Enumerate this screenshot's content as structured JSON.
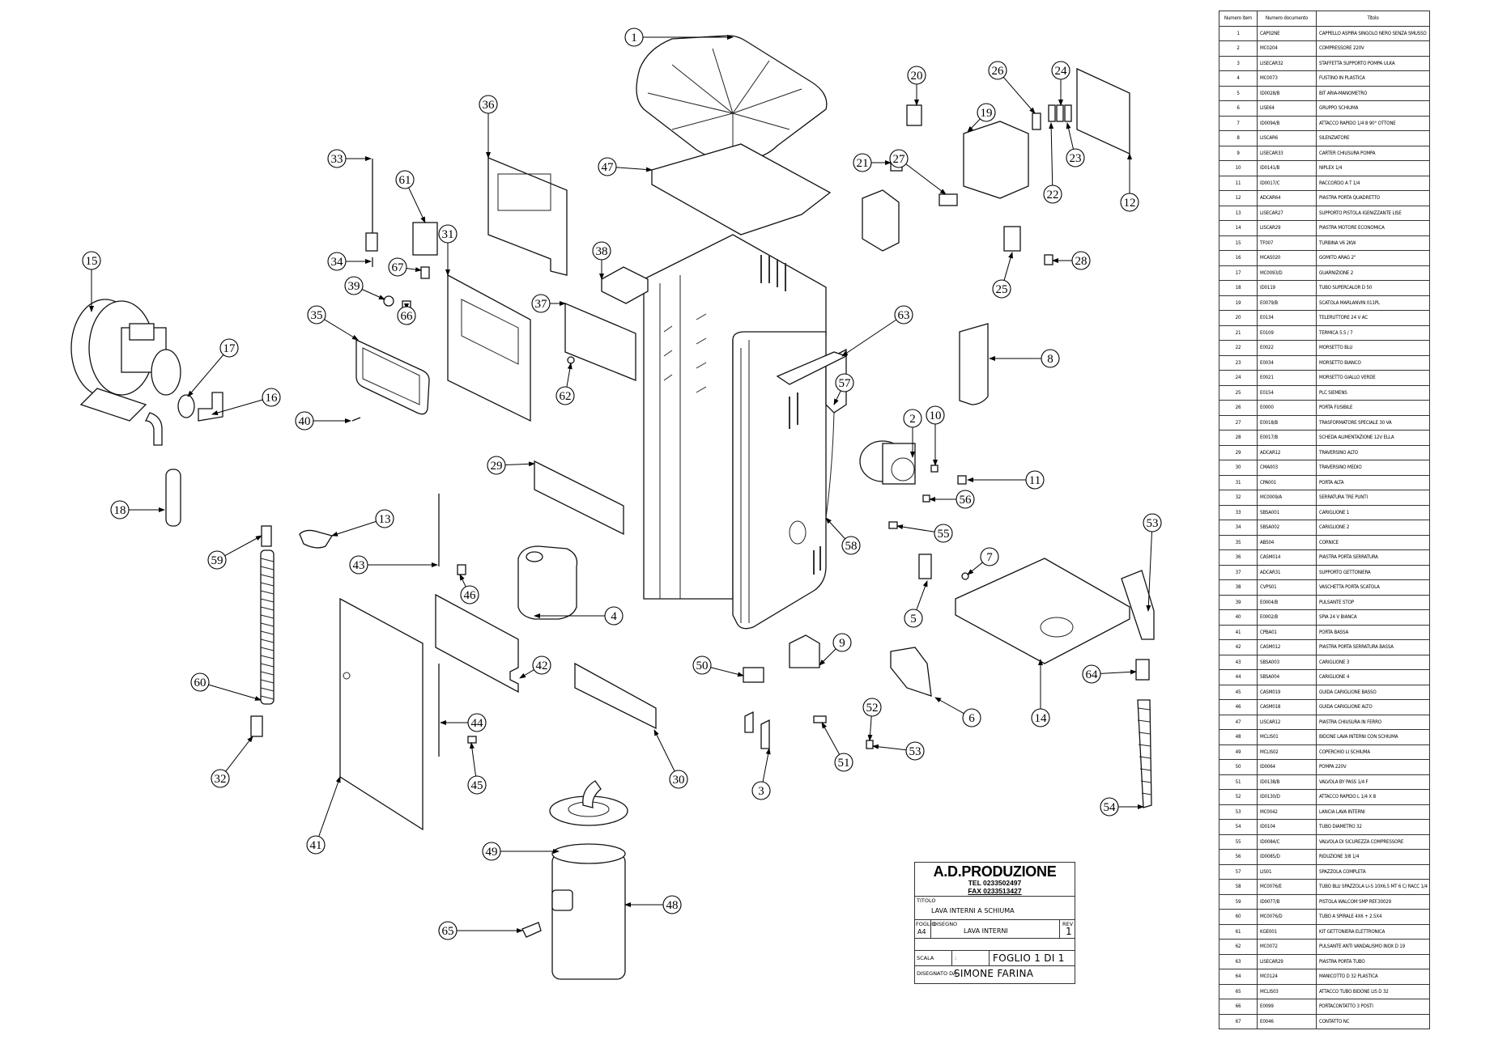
{
  "document": {
    "type": "exploded-assembly-drawing",
    "title": "LAVA INTERNI A SCHIUMA"
  },
  "title_block": {
    "company": "A.D.PRODUZIONE",
    "tel": "TEL 0233502497",
    "fax": "FAX 0233513427",
    "titolo_label": "TITOLO",
    "titolo_value": "LAVA INTERNI A SCHIUMA",
    "foglio_label": "FOGLIO",
    "foglio_value": "A4",
    "disegno_label": "DISEGNO",
    "disegno_value": "LAVA INTERNI",
    "rev_label": "REV",
    "rev_value": "1",
    "scala_label": "SCALA",
    "scala_value": ":",
    "sheet": "FOGLIO 1 DI 1",
    "disegnato_label": "DISEGNATO DA",
    "disegnato_value": "SIMONE FARINA"
  },
  "parts_table": {
    "headers": [
      "Numero item",
      "Numero documento",
      "Titolo"
    ],
    "rows": [
      {
        "item": "1",
        "doc": "CAP02NE",
        "title": "CAPPELLO ASPIRA SINGOLO NERO SENZA SMUSSO"
      },
      {
        "item": "2",
        "doc": "MC0204",
        "title": "COMPRESSORE 220V"
      },
      {
        "item": "3",
        "doc": "LISECAR32",
        "title": "STAFFETTA SUPPORTO POMPA ULKA"
      },
      {
        "item": "4",
        "doc": "MC0073",
        "title": "FUSTINO IN PLASTICA"
      },
      {
        "item": "5",
        "doc": "ID0028/B",
        "title": "BIT ARIA-MANOMETRO"
      },
      {
        "item": "6",
        "doc": "LISE64",
        "title": "GRUPPO SCHIUMA"
      },
      {
        "item": "7",
        "doc": "ID0094/B",
        "title": "ATTACCO RAPIDO 1/4 8 90° OTTONE"
      },
      {
        "item": "8",
        "doc": "LISCAR6",
        "title": "SILENZIATORE"
      },
      {
        "item": "9",
        "doc": "LISECAR33",
        "title": "CARTER CHIUSURA POMPA"
      },
      {
        "item": "10",
        "doc": "ID0141/B",
        "title": "NIPLEX 1/4"
      },
      {
        "item": "11",
        "doc": "ID0017/C",
        "title": "RACCORDO A T 1/4"
      },
      {
        "item": "12",
        "doc": "ADCAR64",
        "title": "PIASTRA PORTA QUADRETTO"
      },
      {
        "item": "13",
        "doc": "LISECAR27",
        "title": "SUPPORTO PISTOLA IGENIZZANTE LISE"
      },
      {
        "item": "14",
        "doc": "LISCAR29",
        "title": "PIASTRA MOTORE  ECONOMICA"
      },
      {
        "item": "15",
        "doc": "TF007",
        "title": "TURBINA V6 2KW"
      },
      {
        "item": "16",
        "doc": "MCAS020",
        "title": "GOMITO ARAG 2\""
      },
      {
        "item": "17",
        "doc": "MC0093/D",
        "title": "GUARNIZIONE 2"
      },
      {
        "item": "18",
        "doc": "ID0119",
        "title": "TUBO SUPERCALOR D 50"
      },
      {
        "item": "19",
        "doc": "E0079/B",
        "title": "SCATOLA MARLANVIN 011PL"
      },
      {
        "item": "20",
        "doc": "E0134",
        "title": "TELERUTTORE 24 V AC"
      },
      {
        "item": "21",
        "doc": "E0109",
        "title": "TERMICA 5.5 / 7"
      },
      {
        "item": "22",
        "doc": "E0022",
        "title": "MORSETTO BLU"
      },
      {
        "item": "23",
        "doc": "E0034",
        "title": "MORSETTO BIANCO"
      },
      {
        "item": "24",
        "doc": "E0021",
        "title": "MORSETTO GIALLO VERDE"
      },
      {
        "item": "25",
        "doc": "E0154",
        "title": "PLC SIEMENS"
      },
      {
        "item": "26",
        "doc": "E0000",
        "title": "PORTA FUSIBILE"
      },
      {
        "item": "27",
        "doc": "E0018/B",
        "title": "TRASFORMATORE SPECIALE 30 VA"
      },
      {
        "item": "28",
        "doc": "E0017/B",
        "title": "SCHEDA ALIMENTAZIONE 12V ELLA"
      },
      {
        "item": "29",
        "doc": "ADCAR12",
        "title": "TRAVERSINO ALTO"
      },
      {
        "item": "30",
        "doc": "CMA003",
        "title": "TRAVERSINO MEDIO"
      },
      {
        "item": "31",
        "doc": "CPA001",
        "title": "PORTA ALTA"
      },
      {
        "item": "32",
        "doc": "MC0009/A",
        "title": "SERRATURA TRE PUNTI"
      },
      {
        "item": "33",
        "doc": "SBSA001",
        "title": "CARIGLIONE 1"
      },
      {
        "item": "34",
        "doc": "SBSA002",
        "title": "CARIGLIONE 2"
      },
      {
        "item": "35",
        "doc": "ABS04",
        "title": "CORNICE"
      },
      {
        "item": "36",
        "doc": "CASM014",
        "title": "PIASTRA PORTA SERRATURA"
      },
      {
        "item": "37",
        "doc": "ADCAR31",
        "title": "SUPPORTO GETTONIERA"
      },
      {
        "item": "38",
        "doc": "CVPS01",
        "title": "VASCHETTA PORTA SCATOLA"
      },
      {
        "item": "39",
        "doc": "E0004/B",
        "title": "PULSANTE STOP"
      },
      {
        "item": "40",
        "doc": "E0002/B",
        "title": "SPIA 24 V BIANCA"
      },
      {
        "item": "41",
        "doc": "CPBA01",
        "title": "PORTA BASSA"
      },
      {
        "item": "42",
        "doc": "CASM012",
        "title": "PIASTRA PORTA SERRATURA BASSA"
      },
      {
        "item": "43",
        "doc": "SBSA003",
        "title": "CARIGLIONE 3"
      },
      {
        "item": "44",
        "doc": "SBSA004",
        "title": "CARIGLIONE 4"
      },
      {
        "item": "45",
        "doc": "CASM019",
        "title": "GUIDA CARIGLIONE BASSO"
      },
      {
        "item": "46",
        "doc": "CASM018",
        "title": "GUIDA CARIGLIONE ALTO"
      },
      {
        "item": "47",
        "doc": "LISCAR12",
        "title": "PIASTRA CHIUSURA IN FERRO"
      },
      {
        "item": "48",
        "doc": "MCLIS01",
        "title": "BIDONE LAVA INTERNI CON SCHIUMA"
      },
      {
        "item": "49",
        "doc": "MCLIS02",
        "title": "COPERCHIO LI SCHIUMA"
      },
      {
        "item": "50",
        "doc": "ID0064",
        "title": "POMPA 220V"
      },
      {
        "item": "51",
        "doc": "ID0138/B",
        "title": "VALVOLA BY PASS 1/4 F"
      },
      {
        "item": "52",
        "doc": "ID0130/D",
        "title": "ATTACCO RAPIDO L 1/4 X 8"
      },
      {
        "item": "53",
        "doc": "MC0042",
        "title": "LANCIA LAVA INTERNI"
      },
      {
        "item": "54",
        "doc": "ID0104",
        "title": "TUBO DIAMETRO 32"
      },
      {
        "item": "55",
        "doc": "ID0084/C",
        "title": "VALVOLA DI SICUREZZA COMPRESSORE"
      },
      {
        "item": "56",
        "doc": "ID0085/D",
        "title": "RIDUZIONE 3/8 1/4"
      },
      {
        "item": "57",
        "doc": "LIS01",
        "title": "SPAZZOLA COMPLETA"
      },
      {
        "item": "58",
        "doc": "MC0076/E",
        "title": "TUBO BLU SPAZZOLA LI-S 10X6,5 MT 6 C/ RACC 1/4"
      },
      {
        "item": "59",
        "doc": "ID0077/B",
        "title": "PISTOLA WALCOM SMP REF.30029"
      },
      {
        "item": "60",
        "doc": "MC0076/D",
        "title": "TUBO A SPIRALE 4X6 + 2.5X4"
      },
      {
        "item": "61",
        "doc": "KGE001",
        "title": "KIT GETTONIERA ELETTRONICA"
      },
      {
        "item": "62",
        "doc": "MC0072",
        "title": "PULSANTE ANTI VANDALISMO INOX D 19"
      },
      {
        "item": "63",
        "doc": "LISECAR29",
        "title": "PIASTRA PORTA TUBO"
      },
      {
        "item": "64",
        "doc": "MC0124",
        "title": "MANICOTTO D 32 PLASTICA"
      },
      {
        "item": "65",
        "doc": "MCLIS03",
        "title": "ATTACCO TUBO BIDONE LIS D 32"
      },
      {
        "item": "66",
        "doc": "E0099",
        "title": "PORTACONTATTO 3 POSTI"
      },
      {
        "item": "67",
        "doc": "E0046",
        "title": "CONTATTO NC"
      }
    ]
  },
  "callouts": [
    "1",
    "2",
    "3",
    "4",
    "5",
    "6",
    "7",
    "8",
    "9",
    "10",
    "11",
    "12",
    "13",
    "14",
    "15",
    "16",
    "17",
    "18",
    "19",
    "20",
    "21",
    "22",
    "23",
    "24",
    "25",
    "26",
    "27",
    "28",
    "29",
    "30",
    "31",
    "32",
    "33",
    "34",
    "35",
    "36",
    "37",
    "38",
    "39",
    "40",
    "41",
    "42",
    "43",
    "44",
    "45",
    "46",
    "47",
    "48",
    "49",
    "50",
    "51",
    "52",
    "53",
    "53",
    "54",
    "55",
    "56",
    "57",
    "58",
    "59",
    "60",
    "61",
    "62",
    "63",
    "64",
    "65",
    "66",
    "67"
  ]
}
